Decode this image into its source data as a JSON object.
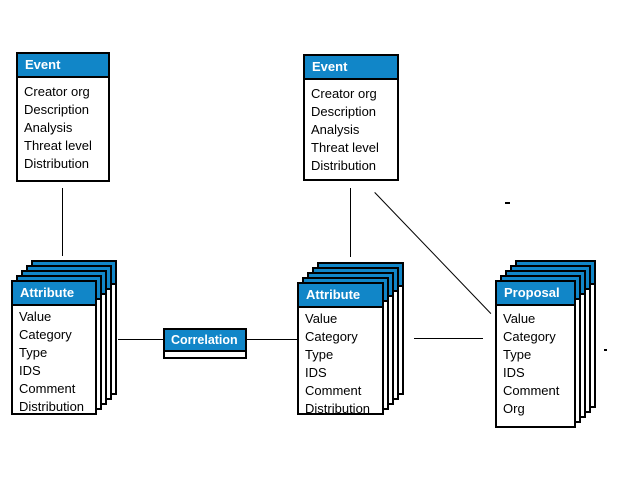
{
  "entities": {
    "event_left": {
      "title": "Event",
      "fields": [
        "Creator org",
        "Description",
        "Analysis",
        "Threat level",
        "Distribution"
      ]
    },
    "event_right": {
      "title": "Event",
      "fields": [
        "Creator org",
        "Description",
        "Analysis",
        "Threat level",
        "Distribution"
      ]
    },
    "attribute_left": {
      "title": "Attribute",
      "fields": [
        "Value",
        "Category",
        "Type",
        "IDS",
        "Comment",
        "Distribution"
      ]
    },
    "attribute_middle": {
      "title": "Attribute",
      "fields": [
        "Value",
        "Category",
        "Type",
        "IDS",
        "Comment",
        "Distribution"
      ]
    },
    "proposal": {
      "title": "Proposal",
      "fields": [
        "Value",
        "Category",
        "Type",
        "IDS",
        "Comment",
        "Org"
      ]
    },
    "correlation": {
      "title": "Correlation",
      "fields": []
    }
  },
  "connections": [
    {
      "from": "event_left",
      "to": "attribute_left",
      "style": "vertical"
    },
    {
      "from": "event_right",
      "to": "attribute_middle",
      "style": "vertical"
    },
    {
      "from": "event_right",
      "to": "proposal",
      "style": "diagonal"
    },
    {
      "from": "attribute_left",
      "to": "correlation",
      "style": "horizontal"
    },
    {
      "from": "correlation",
      "to": "attribute_middle",
      "style": "horizontal"
    },
    {
      "from": "attribute_middle",
      "to": "proposal",
      "style": "horizontal"
    }
  ],
  "colors": {
    "header_bg": "#1186C8",
    "header_fg": "#FFFFFF",
    "border": "#000000",
    "body_bg": "#FFFFFF",
    "canvas_bg": "#FFFFFF"
  }
}
